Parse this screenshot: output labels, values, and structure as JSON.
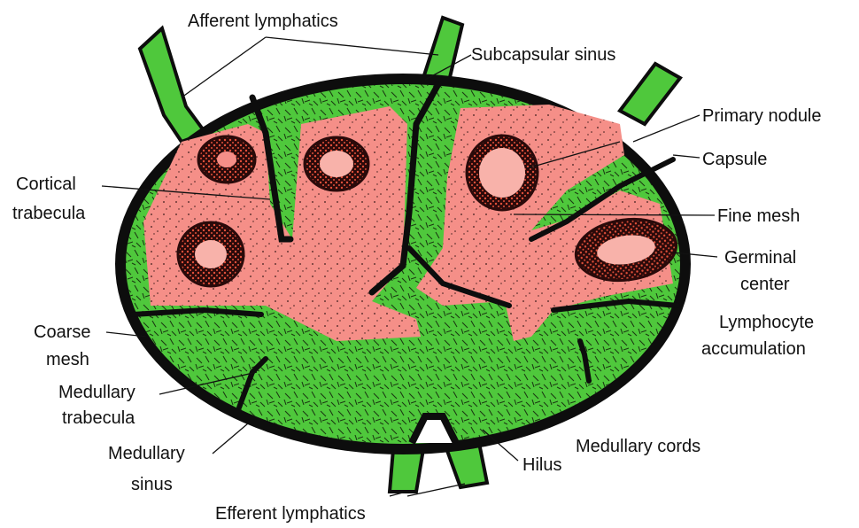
{
  "colors": {
    "capsule": "#0d0d0d",
    "sinus_green": "#4fc83c",
    "mesh_strokes": "#1b3a12",
    "lymphocyte_pink": "#f58f88",
    "nodule_red": "#d9432e",
    "nodule_dark": "#2a0a0a",
    "label_text": "#111111"
  },
  "labels": {
    "afferent_lymphatics": "Afferent lymphatics",
    "subcapsular_sinus": "Subcapsular sinus",
    "primary_nodule": "Primary nodule",
    "capsule": "Capsule",
    "cortical_trabecula_line1": "Cortical",
    "cortical_trabecula_line2": "trabecula",
    "fine_mesh": "Fine mesh",
    "germinal_center_line1": "Germinal",
    "germinal_center_line2": "center",
    "lymphocyte_accumulation_line1": "Lymphocyte",
    "lymphocyte_accumulation_line2": "accumulation",
    "coarse_mesh_line1": "Coarse",
    "coarse_mesh_line2": "mesh",
    "medullary_trabecula_line1": "Medullary",
    "medullary_trabecula_line2": "trabecula",
    "medullary_cords": "Medullary cords",
    "medullary_sinus_line1": "Medullary",
    "medullary_sinus_line2": "sinus",
    "hilus": "Hilus",
    "efferent_lymphatics": "Efferent lymphatics"
  }
}
